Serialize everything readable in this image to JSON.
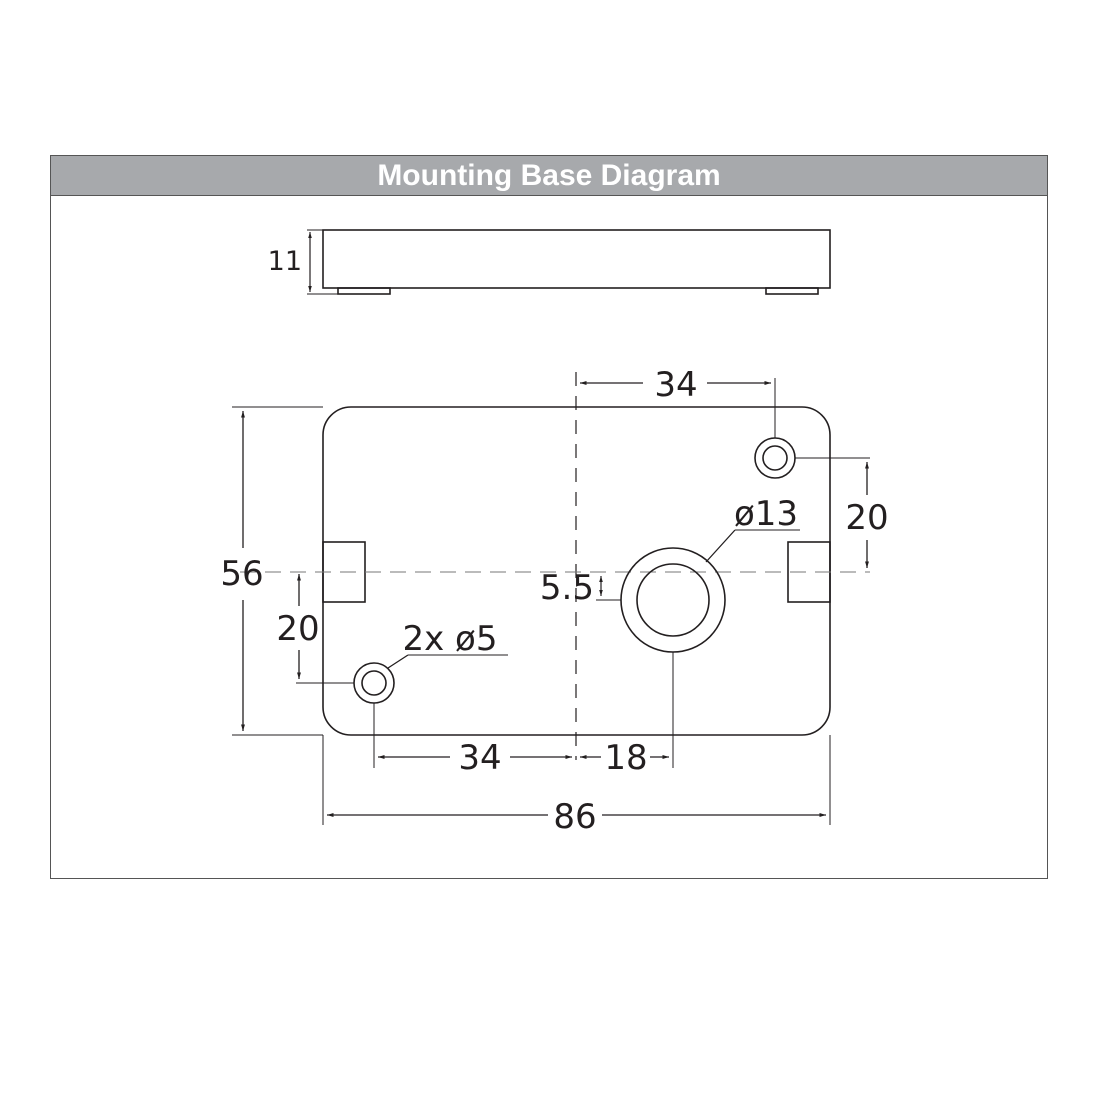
{
  "header": {
    "title": "Mounting Base Diagram",
    "background": "#a7a9ac",
    "text_color": "#ffffff"
  },
  "line_color": "#231f20",
  "dimensions": {
    "height": "11",
    "hole_spacing_top": "34",
    "hole_offset_right": "20",
    "center_hole_diameter": "ø13",
    "overall_height": "56",
    "center_offset": "5.5",
    "hole_offset_left": "20",
    "small_holes": "2x ø5",
    "hole_spacing_bottom": "34",
    "center_hole_offset": "18",
    "overall_width": "86"
  }
}
